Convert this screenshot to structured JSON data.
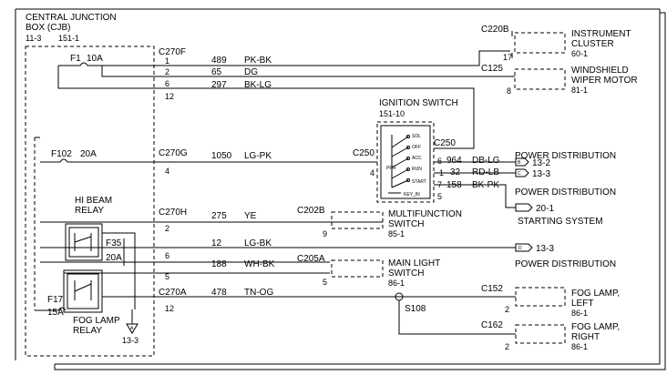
{
  "cjb": {
    "title_line1": "CENTRAL JUNCTION",
    "title_line2": "BOX (CJB)",
    "ref_left": "11-3",
    "ref_right": "151-1"
  },
  "fuses": {
    "f1": {
      "name": "F1",
      "rating": "10A"
    },
    "f102": {
      "name": "F102",
      "rating": "20A"
    },
    "f35": {
      "name": "F35",
      "rating": "20A"
    },
    "f17": {
      "name": "F17",
      "rating": "15A"
    }
  },
  "relays": {
    "hi_beam": {
      "line1": "HI BEAM",
      "line2": "RELAY"
    },
    "fog_lamp": {
      "line1": "FOG LAMP",
      "line2": "RELAY",
      "ground_ref": "13-3"
    }
  },
  "connectors": {
    "c270f": "C270F",
    "c270g": "C270G",
    "c270h": "C270H",
    "c270a": "C270A",
    "c220b": "C220B",
    "c125": "C125",
    "c250_left": "C250",
    "c250_right": "C250",
    "c202b": "C202B",
    "c205a": "C205A",
    "c152": "C152",
    "c162": "C162",
    "splice": "S108"
  },
  "pins": {
    "f_1": "1",
    "f_2": "2",
    "f_6": "6",
    "f_12": "12",
    "g_4": "4",
    "h_2": "2",
    "h_6": "6",
    "h_5": "5",
    "a_12": "12",
    "ic_17": "17",
    "wiper_8": "8",
    "ign_4": "4",
    "ign_6": "6",
    "ign_1": "1",
    "ign_7": "7",
    "ign_5": "5",
    "mfs_9": "9",
    "mls_5": "5",
    "fogl_2": "2",
    "fogr_2": "2"
  },
  "wires": [
    {
      "circuit": "489",
      "color": "PK-BK"
    },
    {
      "circuit": "65",
      "color": "DG"
    },
    {
      "circuit": "297",
      "color": "BK-LG"
    },
    {
      "circuit": "1050",
      "color": "LG-PK"
    },
    {
      "circuit": "964",
      "color": "DB-LG"
    },
    {
      "circuit": "32",
      "color": "RD-LB"
    },
    {
      "circuit": "158",
      "color": "BK-PK"
    },
    {
      "circuit": "275",
      "color": "YE"
    },
    {
      "circuit": "12",
      "color": "LG-BK"
    },
    {
      "circuit": "188",
      "color": "WH-BK"
    },
    {
      "circuit": "478",
      "color": "TN-OG"
    }
  ],
  "components": {
    "instrument_cluster": {
      "line1": "INSTRUMENT",
      "line2": "CLUSTER",
      "ref": "60-1"
    },
    "wiper_motor": {
      "line1": "WINDSHIELD",
      "line2": "WIPER MOTOR",
      "ref": "81-1"
    },
    "ignition_switch": {
      "line1": "IGNITION SWITCH",
      "ref": "151-10",
      "positions": [
        "SOL",
        "OFF",
        "ACC",
        "RUN",
        "START",
        "KEY_IN"
      ],
      "side_label": "PRR"
    },
    "power_dist_1": {
      "title": "POWER DISTRIBUTION",
      "ref_b": "13-2",
      "ref_c": "13-3"
    },
    "power_dist_2": {
      "title": "POWER DISTRIBUTION",
      "ref": "20-1"
    },
    "starting_system": {
      "title": "STARTING SYSTEM"
    },
    "multifunction_switch": {
      "line1": "MULTIFUNCTION",
      "line2": "SWITCH",
      "ref": "85-1"
    },
    "power_dist_3": {
      "ref": "13-3",
      "title": "POWER DISTRIBUTION"
    },
    "main_light_switch": {
      "line1": "MAIN LIGHT",
      "line2": "SWITCH",
      "ref": "86-1"
    },
    "fog_left": {
      "line1": "FOG LAMP,",
      "line2": "LEFT",
      "ref": "86-1"
    },
    "fog_right": {
      "line1": "FOG LAMP,",
      "line2": "RIGHT",
      "ref": "86-1"
    }
  }
}
